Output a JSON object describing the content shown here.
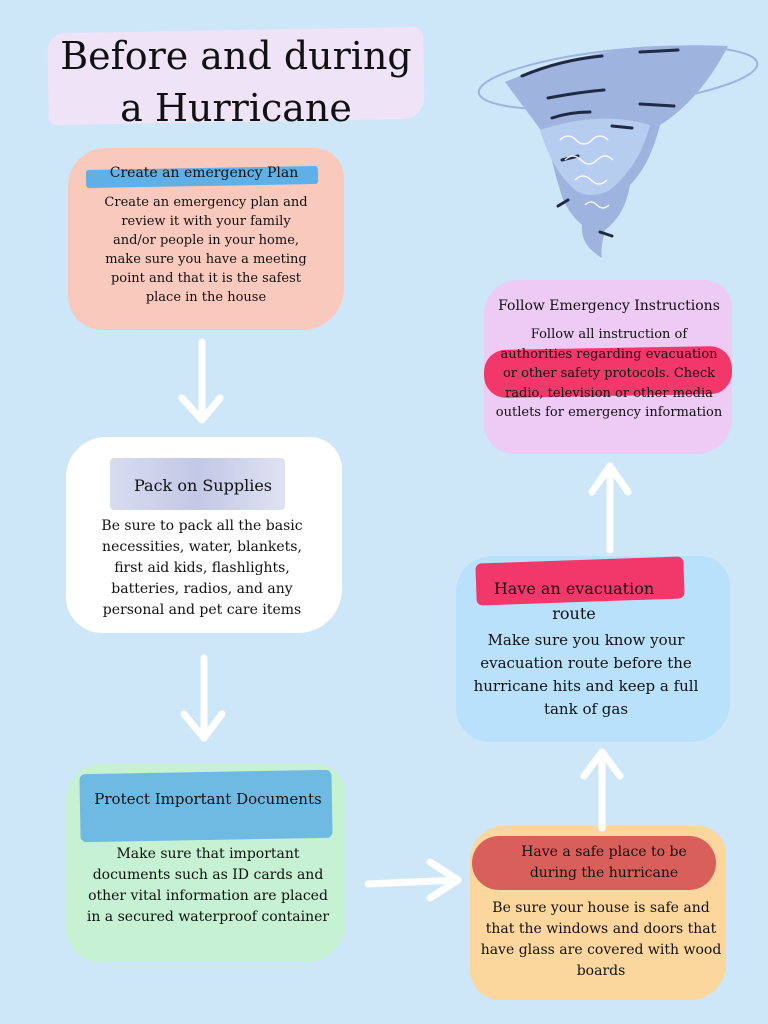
{
  "title": {
    "line1": "Before and during",
    "line2": "a Hurricane"
  },
  "steps": [
    {
      "title": "Create an emergency Plan",
      "body": "Create an emergency plan and review it with your family and/or people in your home, make sure you have a meeting point and that it is the safest place in the house",
      "color": "#f9c9bd"
    },
    {
      "title": "Pack on Supplies",
      "body": "Be sure to pack all the basic necessities, water, blankets, first aid kids, flashlights, batteries, radios, and any personal and pet care items",
      "color": "#ffffff"
    },
    {
      "title": "Protect Important Documents",
      "body": "Make sure that important documents such as ID cards and other vital information are placed in a secured waterproof container",
      "color": "#c6f1d2"
    },
    {
      "title": "Have a safe place to be during the hurricane",
      "body": "Be sure your house is safe and that the windows and doors that have glass are covered with wood boards",
      "color": "#fbd79d"
    },
    {
      "title": "Have an evacuation route",
      "body": "Make sure you know your evacuation route before the hurricane hits and keep a full tank of gas",
      "color": "#b9e1fb"
    },
    {
      "title": "Follow Emergency Instructions",
      "body": "Follow all instruction of authorities regarding evacuation or other safety protocols. Check radio, television or other media outlets for emergency information",
      "color": "#edcbf5"
    }
  ],
  "colors": {
    "background": "#cde6f8",
    "highlight_blue": "#5fb0e6",
    "highlight_pink": "#f2386a",
    "highlight_red": "#d9605a",
    "arrow": "#ffffff",
    "tornado": "#9fb3df"
  },
  "icons": [
    "tornado-icon",
    "arrow-down-icon",
    "arrow-right-icon",
    "arrow-up-icon"
  ]
}
